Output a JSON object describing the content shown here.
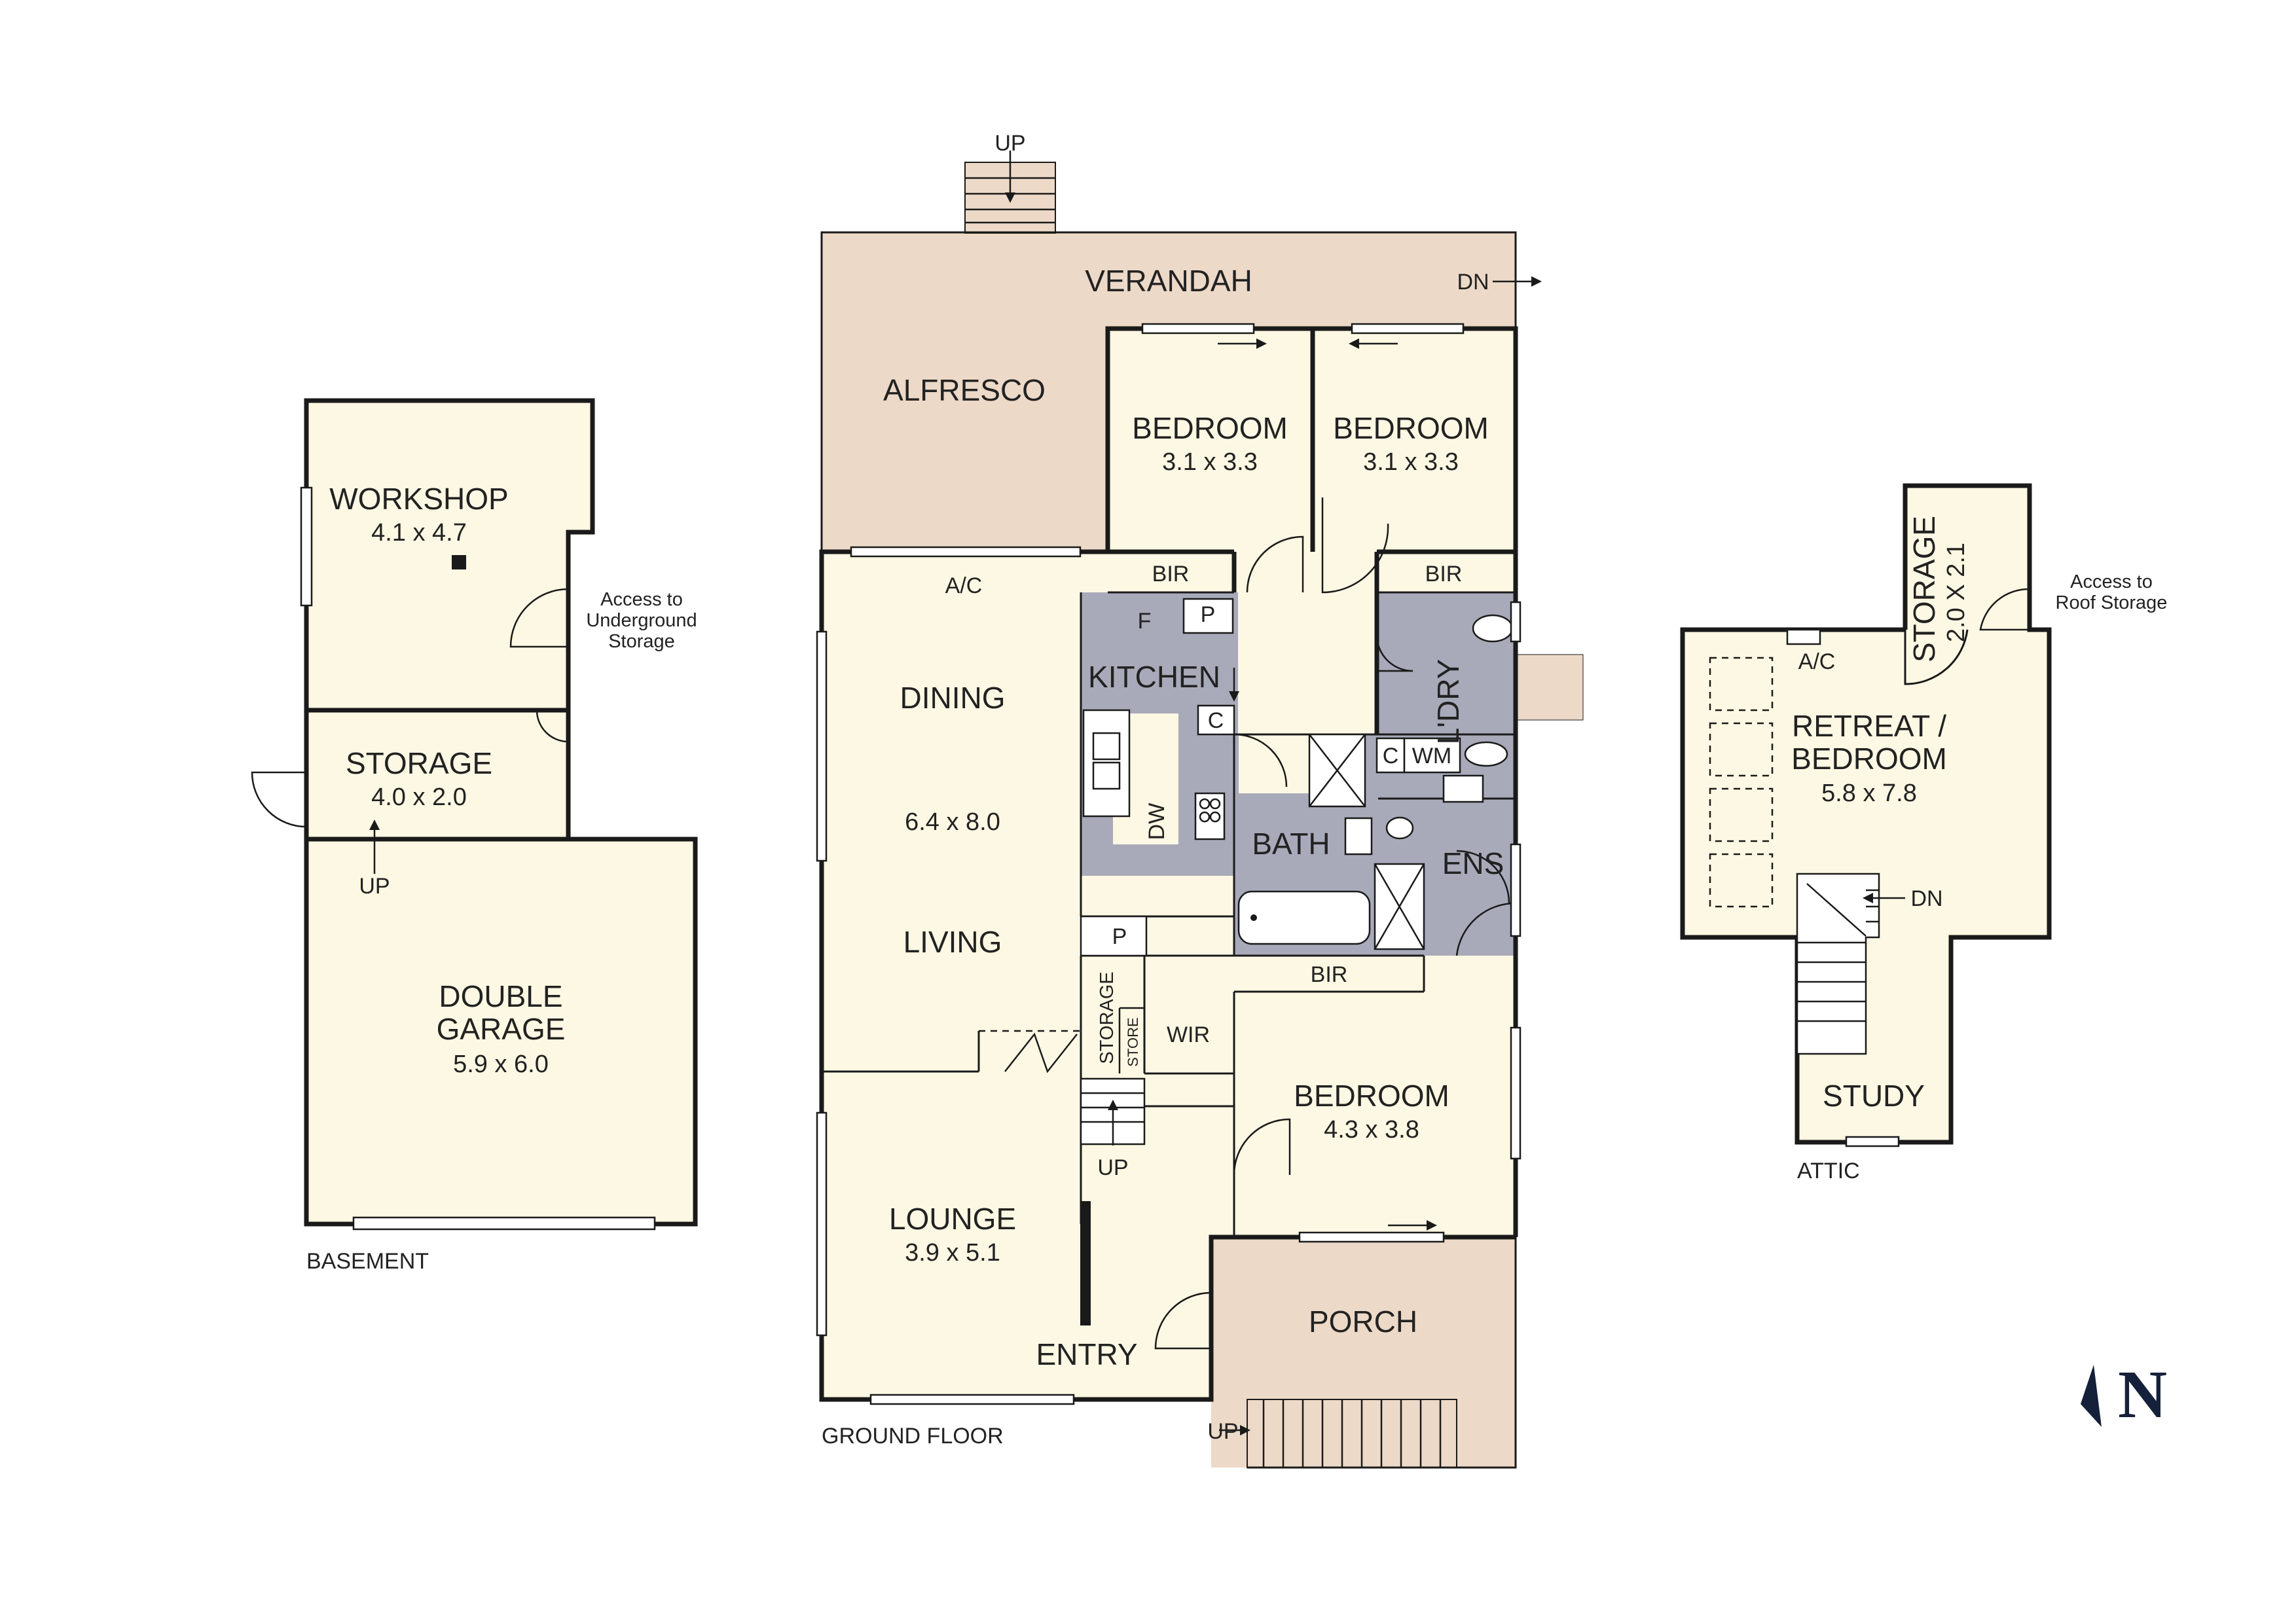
{
  "plan": {
    "compass_letter": "N",
    "basement": {
      "level_label": "BASEMENT",
      "workshop": {
        "name": "WORKSHOP",
        "dim": "4.1 x 4.7"
      },
      "storage": {
        "name": "STORAGE",
        "dim": "4.0 x 2.0"
      },
      "garage": {
        "name1": "DOUBLE",
        "name2": "GARAGE",
        "dim": "5.9 x 6.0"
      },
      "access_note": [
        "Access to",
        "Underground",
        "Storage"
      ],
      "up": "UP"
    },
    "ground": {
      "level_label": "GROUND FLOOR",
      "verandah": "VERANDAH",
      "dn": "DN",
      "up_top": "UP",
      "alfresco": "ALFRESCO",
      "bedroom1": {
        "name": "BEDROOM",
        "dim": "3.1 x 3.3"
      },
      "bedroom2": {
        "name": "BEDROOM",
        "dim": "3.1 x 3.3"
      },
      "bir": "BIR",
      "ac": "A/C",
      "dining": "DINING",
      "dining_dim": "6.4 x 8.0",
      "living": "LIVING",
      "kitchen": "KITCHEN",
      "fridge": "F",
      "pantry": "P",
      "cupboard": "C",
      "dw": "DW",
      "ldry": "L'DRY",
      "wm": "WM",
      "bath": "BATH",
      "ens": "ENS",
      "storage": "STORAGE",
      "store": "STORE",
      "wir": "WIR",
      "bedroom3": {
        "name": "BEDROOM",
        "dim": "4.3 x 3.8"
      },
      "lounge": {
        "name": "LOUNGE",
        "dim": "3.9 x 5.1"
      },
      "entry": "ENTRY",
      "porch": "PORCH",
      "up": "UP"
    },
    "attic": {
      "level_label": "ATTIC",
      "storage": "STORAGE",
      "storage_dim": "2.0 X 2.1",
      "access_note": [
        "Access to",
        "Roof Storage"
      ],
      "ac": "A/C",
      "retreat": {
        "name1": "RETREAT /",
        "name2": "BEDROOM",
        "dim": "5.8 x 7.8"
      },
      "dn": "DN",
      "study": "STUDY"
    }
  }
}
